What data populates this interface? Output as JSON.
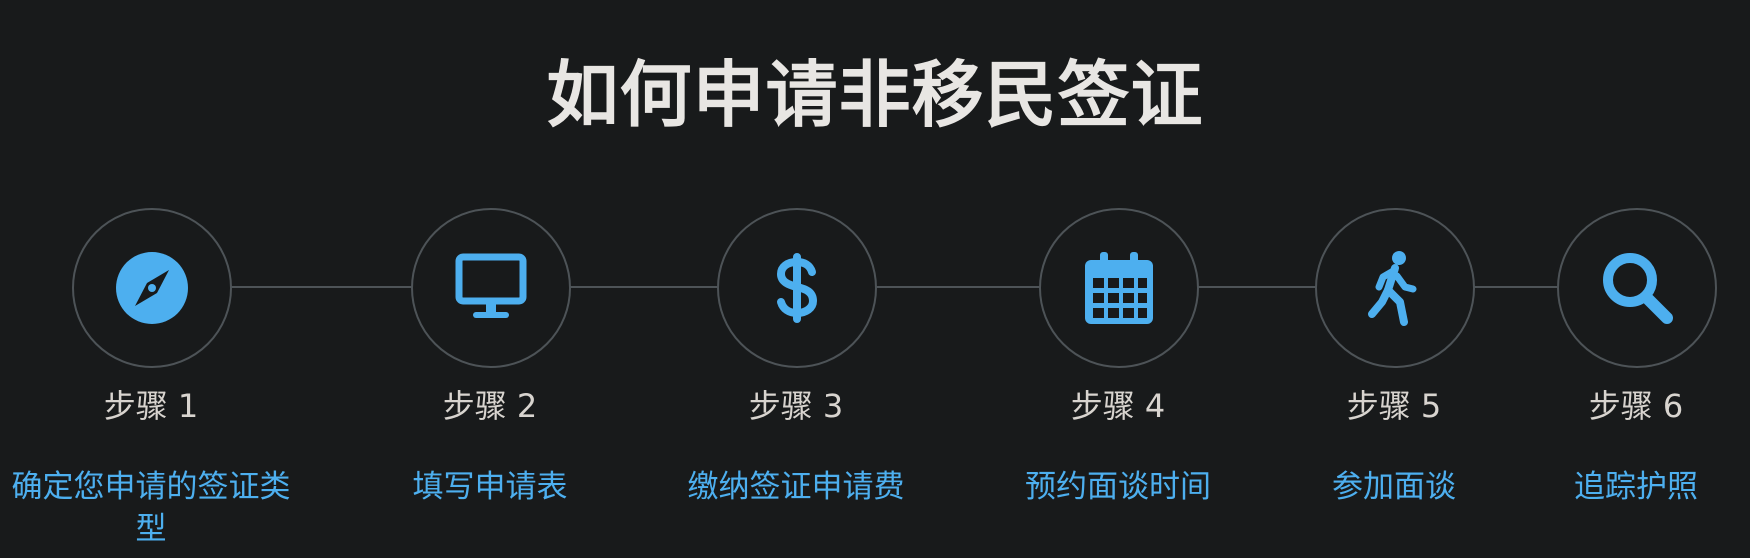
{
  "title": "如何申请非移民签证",
  "accent_color": "#4dafef",
  "steps": [
    {
      "label": "步骤 1",
      "desc": "确定您申请的签证类型",
      "icon": "compass-icon"
    },
    {
      "label": "步骤 2",
      "desc": "填写申请表",
      "icon": "desktop-icon"
    },
    {
      "label": "步骤 3",
      "desc": "缴纳签证申请费",
      "icon": "dollar-icon"
    },
    {
      "label": "步骤 4",
      "desc": "预约面谈时间",
      "icon": "calendar-icon"
    },
    {
      "label": "步骤 5",
      "desc": "参加面谈",
      "icon": "walking-person-icon"
    },
    {
      "label": "步骤 6",
      "desc": "追踪护照",
      "icon": "search-icon"
    }
  ]
}
